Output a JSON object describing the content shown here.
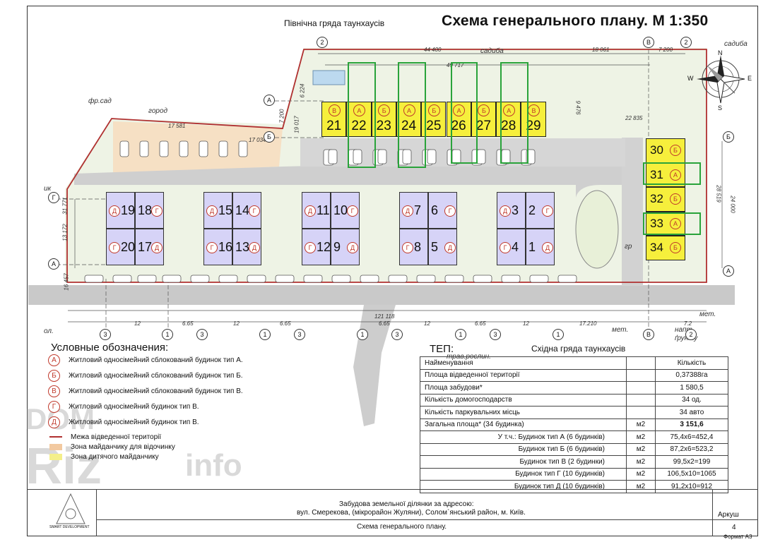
{
  "title": "Схема генерального плану. М 1:350",
  "labels": {
    "north_row": "Північна гряда таунхаусів",
    "east_row": "Східна гряда таунхаусів",
    "sadyba_top": "садиба",
    "sadyba_right": "садиба",
    "fr_sad": "фр.сад",
    "gorod": "город",
    "ik": "ик",
    "met1": "мет.",
    "met2": "мет.",
    "trav": "трав.рослин.",
    "ol": "ол.",
    "napit": "напт",
    "gruntu": "ґрунту",
    "gr": "гр"
  },
  "dimensions": {
    "d44400": "44 400",
    "d49717": "49 717",
    "d18061": "18 061",
    "d7200": "7 200",
    "d22835": "22 835",
    "d17581": "17 581",
    "d17034": "17 034",
    "d6224": "6 224",
    "d7200b": "7 200",
    "d19017": "19 017",
    "d9476": "9 476",
    "d31771": "31 771",
    "d13172": "13 172",
    "d16457": "16 457",
    "d28519": "28 519",
    "d24000": "24 000",
    "d121118": "121 118",
    "bottom": [
      "12",
      "6.65",
      "12",
      "6.65",
      "6.65",
      "12",
      "6.65",
      "12",
      "17.210",
      "7.2"
    ]
  },
  "axes": {
    "A": "А",
    "B": "Б",
    "V": "В",
    "G": "Г",
    "n1": "1",
    "n2": "2",
    "n3": "3"
  },
  "north_houses": [
    {
      "num": "21",
      "type": "В"
    },
    {
      "num": "22",
      "type": "А"
    },
    {
      "num": "23",
      "type": "Б"
    },
    {
      "num": "24",
      "type": "А"
    },
    {
      "num": "25",
      "type": "Б"
    },
    {
      "num": "26",
      "type": "А"
    },
    {
      "num": "27",
      "type": "Б"
    },
    {
      "num": "28",
      "type": "А"
    },
    {
      "num": "29",
      "type": "В"
    }
  ],
  "east_houses": [
    {
      "num": "30",
      "type": "Б"
    },
    {
      "num": "31",
      "type": "А"
    },
    {
      "num": "32",
      "type": "Б"
    },
    {
      "num": "33",
      "type": "А"
    },
    {
      "num": "34",
      "type": "Б"
    }
  ],
  "blocks": [
    {
      "tl": {
        "num": "19",
        "type": "Д"
      },
      "tr": {
        "num": "18",
        "type": "Г"
      },
      "bl": {
        "num": "20",
        "type": "Г"
      },
      "br": {
        "num": "17",
        "type": "Д"
      }
    },
    {
      "tl": {
        "num": "15",
        "type": "Д"
      },
      "tr": {
        "num": "14",
        "type": "Г"
      },
      "bl": {
        "num": "16",
        "type": "Г"
      },
      "br": {
        "num": "13",
        "type": "Д"
      }
    },
    {
      "tl": {
        "num": "11",
        "type": "Д"
      },
      "tr": {
        "num": "10",
        "type": "Г"
      },
      "bl": {
        "num": "12",
        "type": "Г"
      },
      "br": {
        "num": "9",
        "type": "Д"
      }
    },
    {
      "tl": {
        "num": "7",
        "type": "Д"
      },
      "tr": {
        "num": "6",
        "type": "Г"
      },
      "bl": {
        "num": "8",
        "type": "Г"
      },
      "br": {
        "num": "5",
        "type": "Д"
      }
    },
    {
      "tl": {
        "num": "3",
        "type": "Д"
      },
      "tr": {
        "num": "2",
        "type": "Г"
      },
      "bl": {
        "num": "4",
        "type": "Г"
      },
      "br": {
        "num": "1",
        "type": "Д"
      }
    }
  ],
  "compass": {
    "n": "N",
    "s": "S",
    "e": "E",
    "w": "W"
  },
  "legend": {
    "title": "Условные обозначения:",
    "items": [
      {
        "sym": "А",
        "text": "Житловий односімейний сблокований будинок тип А."
      },
      {
        "sym": "Б",
        "text": "Житловий односімейний сблокований будинок тип Б."
      },
      {
        "sym": "В",
        "text": "Житловий односімейний сблокований будинок тип В."
      },
      {
        "sym": "Г",
        "text": "Житловий односімейний будинок тип В."
      },
      {
        "sym": "Д",
        "text": "Житловий односімейний будинок тип В."
      }
    ],
    "boundary": "Межа відведенної території",
    "rest_zone": "Зона майданчику для відочинку",
    "kids_zone": "Зона дитячого майданчику"
  },
  "tep": {
    "title": "ТЕП:",
    "head_name": "Найменування",
    "head_qty": "Кількість",
    "rows": [
      {
        "name": "Площа відведенної території",
        "unit": "",
        "value": "0,37388га"
      },
      {
        "name": "Площа забудови*",
        "unit": "",
        "value": "1 580,5"
      },
      {
        "name": "Кількість домогосподарств",
        "unit": "",
        "value": "34 од."
      },
      {
        "name": "Кількість паркувальних місць",
        "unit": "",
        "value": "34 авто"
      },
      {
        "name": "Загальна площа* (34 будинка)",
        "unit": "м2",
        "value": "3 151,6"
      },
      {
        "name": "У т.ч.: Будинок тип А (6 будинків)",
        "unit": "м2",
        "value": "75,4х6=452,4"
      },
      {
        "name": "Будинок тип Б (6 будинків)",
        "unit": "м2",
        "value": "87,2х6=523,2"
      },
      {
        "name": "Будинок тип В (2 будинки)",
        "unit": "м2",
        "value": "99,5х2=199"
      },
      {
        "name": "Будинок тип Г (10 будинків)",
        "unit": "м2",
        "value": "106,5х10=1065"
      },
      {
        "name": "Будинок тип Д (10 будинків)",
        "unit": "м2",
        "value": "91,2х10=912"
      }
    ]
  },
  "stamp": {
    "line1": "Забудова земельної ділянки за адресою:",
    "line2": "вул. Смерекова, (мікрорайон Жуляни), Солом`янський район, м. Київ.",
    "drawing": "Схема генерального плану.",
    "sheet_label": "Аркуш",
    "sheet_no": "4",
    "format": "Формат А3",
    "logo_text": "SMART DEVELOPMENT"
  },
  "watermark": {
    "line1": "DOM",
    "line2": "Riz",
    "line3": "info"
  },
  "colors": {
    "house_yellow": "#f6ef3c",
    "house_purple": "#d6d3f7",
    "type_circle": "#c0392b",
    "highlight_green": "#29a33a",
    "road_gray": "#c8c8c8",
    "boundary_red": "#b03030",
    "rest_zone": "#f2c9a0",
    "kids_zone": "#f4ef8a"
  }
}
